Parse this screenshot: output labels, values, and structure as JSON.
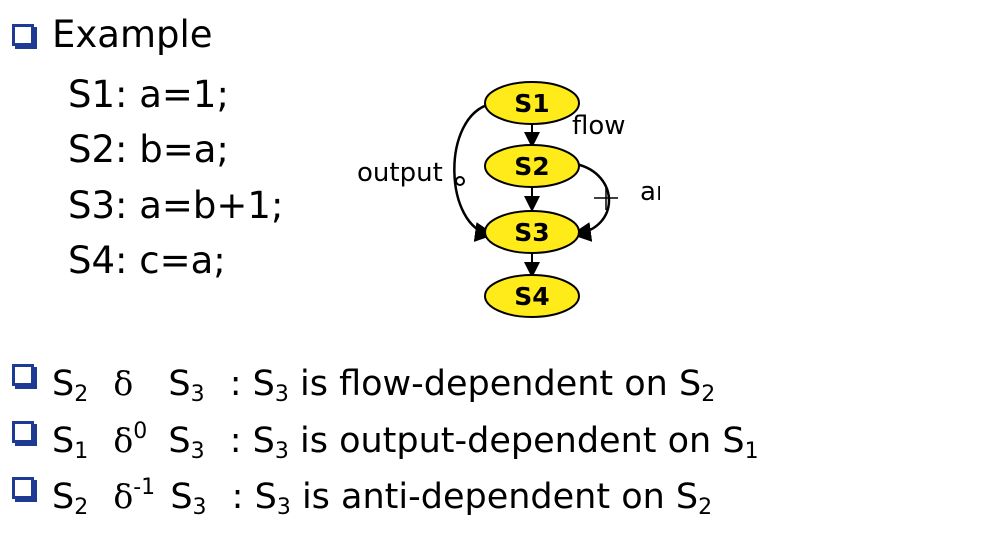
{
  "title": "Example",
  "code_lines": [
    "S1: a=1;",
    "S2: b=a;",
    "S3: a=b+1;",
    "S4: c=a;"
  ],
  "diagram": {
    "nodes": [
      "S1",
      "S2",
      "S3",
      "S4"
    ],
    "edge_labels": {
      "flow": "flow",
      "output": "output",
      "anti": "anti"
    },
    "node_fill": "#ffeb1a",
    "node_stroke": "#000000"
  },
  "relations": [
    {
      "left": "S",
      "left_sub": "2",
      "delta": "δ",
      "delta_sup": "",
      "right": "S",
      "right_sub": "3",
      "text": ": S",
      "text_sub": "3",
      "desc": " is flow-dependent on S",
      "desc_sub": "2"
    },
    {
      "left": "S",
      "left_sub": "1",
      "delta": "δ",
      "delta_sup": "0",
      "right": "S",
      "right_sub": "3",
      "text": ": S",
      "text_sub": "3",
      "desc": " is output-dependent on S",
      "desc_sub": "1"
    },
    {
      "left": "S",
      "left_sub": "2",
      "delta": "δ",
      "delta_sup": "-1",
      "right": "S",
      "right_sub": "3",
      "text": ": S",
      "text_sub": "3",
      "desc": " is anti-dependent on S",
      "desc_sub": "2"
    }
  ],
  "colors": {
    "bullet": "#1f3a93"
  }
}
